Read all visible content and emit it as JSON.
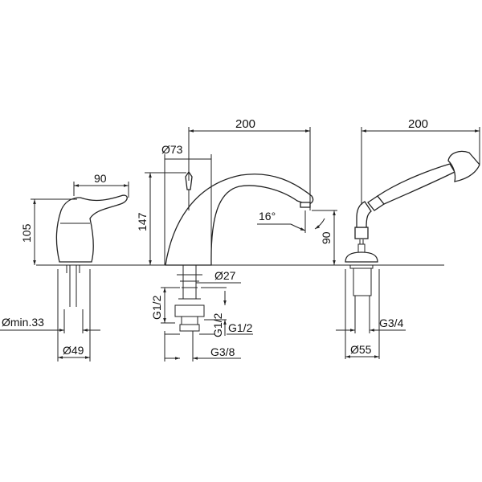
{
  "title": "Bath mixer 3-hole with hand shower – dimensional drawing",
  "colors": {
    "line": "#222222",
    "background": "#ffffff"
  },
  "mixer": {
    "width": "90",
    "height": "105",
    "hole": "Ømin.33",
    "base": "Ø49"
  },
  "spout": {
    "reach": "200",
    "diameter": "Ø73",
    "height": "147",
    "angle": "16°",
    "outlet_height": "90",
    "pipe": "Ø27",
    "thread1": "G1/2",
    "thread2": "G1/2",
    "thread2b": "G1/2",
    "thread3": "G3/8"
  },
  "shower": {
    "reach": "200",
    "thread": "G3/4",
    "base": "Ø55"
  }
}
